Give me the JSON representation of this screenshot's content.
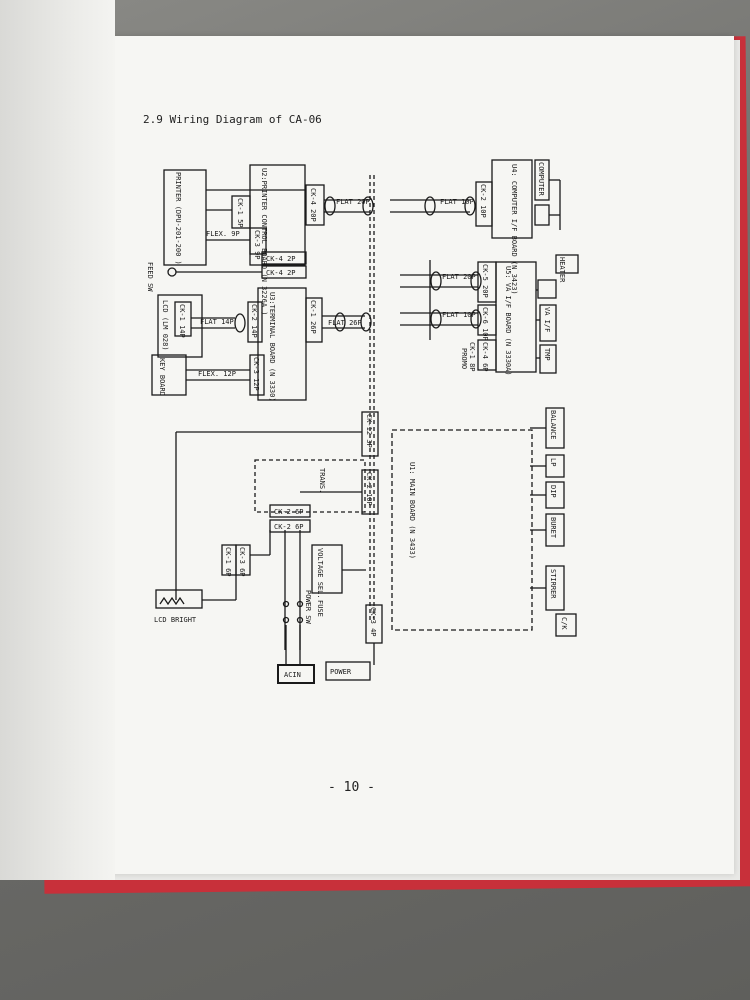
{
  "document": {
    "section_title": "2.9  Wiring Diagram of CA-06",
    "page_number": "- 10 -"
  },
  "diagram": {
    "printer": "PRINTER (DPU-201-200 )",
    "printer_control_board": "U2:PRINTER CONTROL BOARD (N 3226A )",
    "flex_9p": "FLEX. 9P",
    "ck1_5p": "CK-1 5P",
    "ck3_9p": "CK-3 9P",
    "ck4_2p_a": "CK-4 2P",
    "ck4_2p_b": "CK-4 2P",
    "feed_sw": "FEED SW",
    "ck4_20p": "CK-4 20P",
    "flat_20p_a": "FLAT 20P",
    "flat_10p_a": "FLAT 10P",
    "ck2_10p": "CK-2 10P",
    "computer_if_board": "U4: COMPUTER I/F BOARD (N 3423)",
    "computer": "COMPUTER",
    "lcd": "LCD (LM 028)",
    "ck1_14p": "CK-1 14P",
    "flat_14p": "FLAT 14P",
    "ck2_14p": "CK-2 14P",
    "terminal_board": "U3:TERMINAL BOARD (N 3330)",
    "ck1_26p": "CK-1 26P",
    "flat_26p": "FLAT 26P",
    "key_board": "KEY BOARD",
    "flex_12p": "FLEX. 12P",
    "ck3_12p": "CK-3 12P",
    "flat_20p_b": "FLAT 20P",
    "flat_10p_b": "FLAT 10P",
    "ck5_20p": "CK-5 20P",
    "ck6_10p": "CK-6 10P",
    "ck4_6p": "CK-4 6P",
    "ck1_8p": "CK-1 8P",
    "if_board": "U5: VA I/F BOARD (N 3330A)",
    "promo": "PROMO",
    "ck12_3p": "CK-12 3P",
    "ck2_10p_b": "CK-2 10P",
    "main_board": "U1: MAIN BOARD (N 3433)",
    "trans": "TRANS.",
    "ck2_6p_a": "CK-2 6P",
    "ck2_6p_b": "CK-2 6P",
    "ck1_6p": "CK-1 6P",
    "ck3_6p": "CK-3 6P",
    "lcd_bright": "LCD BRIGHT",
    "voltage_sel": "VOLTAGE SEL.",
    "power_sw": "POWER SW",
    "fuse": "FUSE",
    "ck3_4p": "CK-3 4P",
    "acin": "ACIN",
    "power": "POWER",
    "heater": "HEATER",
    "va_if": "VA I/F",
    "tmp": "TMP",
    "balance": "BALANCE",
    "lp": "LP",
    "dip": "DIP",
    "buret": "BURET",
    "stirrer": "STIRRER",
    "ck": "C/K"
  }
}
